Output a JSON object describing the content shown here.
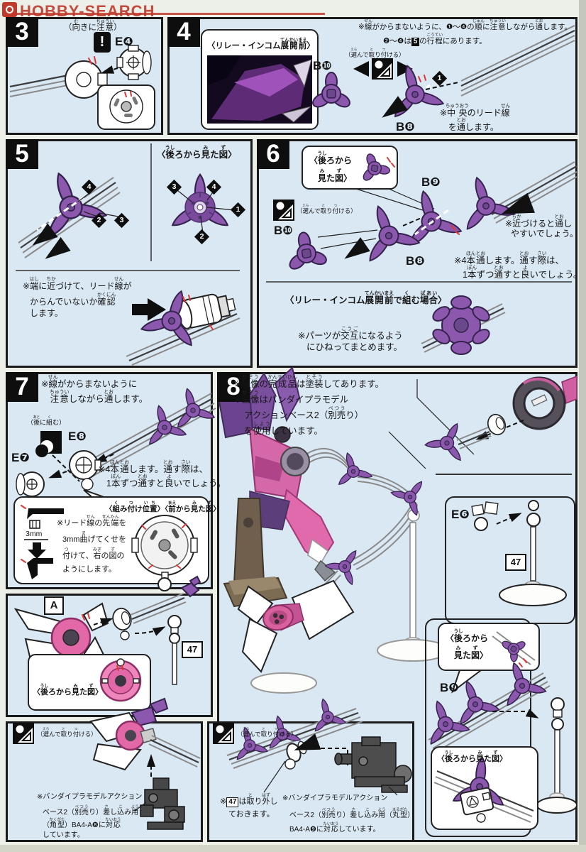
{
  "page": {
    "watermark": "HOBBY-SEARCH"
  },
  "colors": {
    "panel_bg": "#d9e8f3",
    "purple_part": "#8b58ae",
    "pink_part": "#e268a8",
    "watermark_red": "#c0392b",
    "black": "#0e0e0e"
  },
  "s3": {
    "num": "3",
    "caution": "（向(む)きに注意(ちゅうい)）",
    "alert": "!",
    "part_e4": "E❹"
  },
  "s4": {
    "num": "4",
    "photo_caption": "〈リレー・インコム展開前(てんかいまえ)〉",
    "note_top1": "※線(せん)がからまないように、❶～❹の順(じゅん)に注意(ちゅうい)しながら通(とお)します。",
    "note_top2_pre": "❷～❹は",
    "note_top2_box": "5",
    "note_top2_post": "の行程(こうてい)にあります。",
    "select_label": "（選(えら)んで取(と)り付(つ)ける）",
    "part_b10": "B❿",
    "part_b8": "B❽",
    "marker1": "1",
    "note_center1": "※中央(ちゅうおう)のリード線(せん)",
    "note_center2": "を通(とお)します。"
  },
  "s5": {
    "num": "5",
    "rear_caption": "〈後(うし)ろから見(み)た図(ず)〉",
    "markers": {
      "l4": "4",
      "l2": "2",
      "l3": "3",
      "r3": "3",
      "r4": "4",
      "r1": "1",
      "r2": "2"
    },
    "note_bottom1": "※端(はし)に近(ちか)づけて、リード線(せん)が",
    "note_bottom2": "からんでいないか確認(かくにん)",
    "note_bottom3": "します。"
  },
  "s6": {
    "num": "6",
    "rear_caption1": "〈後(うし)ろから",
    "rear_caption2": "見(み)た図(ず)〉",
    "part_b9": "B❾",
    "part_b10": "B❿",
    "part_b8": "B❽",
    "select_label": "（選(えら)んで取(と)り付(つ)ける）",
    "note_near1": "※近(ちか)づけると通(とお)し",
    "note_near2": "やすいでしょう。",
    "note_four1": "※4本(ほん)通(とお)します。通(とお)す際(さい)は、",
    "note_four2": "1本(ぽん)ずつ通(とお)すと良(よ)いでしょう。",
    "fold_caption": "〈リレー・インコム展開前(てんかいまえ)で組(く)む場合(ばあい)〉",
    "fold_note1": "※パーツが交互(こうご)になるよう",
    "fold_note2": "にひねってまとめます。"
  },
  "s7": {
    "num": "7",
    "note1": "※線(せん)がからまないように",
    "note2": "注意(ちゅうい)しながら通(とお)します。",
    "later_label": "（後(あと)に組(く)む）",
    "part_e8": "E❽",
    "part_e7": "E❼",
    "note_four1": "※4本(ほん)通(とお)します。通(とお)す際(さい)は、",
    "note_four2": "1本(ぽん)ずつ通(とお)すと良(よ)いでしょう。",
    "mm_label": "3mm",
    "bend1": "※リード線(せん)の先端(せんたん)を",
    "bend2": "3mm曲(ま)げてくせを",
    "bend3": "付(つ)けて、右(みぎ)の図(ず)の",
    "bend4": "ようにします。",
    "pos_caption": "〈組(く)み付(つ)け位置(いち)〉〈前(まえ)から見(み)た図(ず)〉"
  },
  "sa": {
    "label": "A",
    "num47": "47",
    "rear_caption": "〈後(うし)ろから見(み)た図(ず)〉"
  },
  "s8": {
    "num": "8",
    "note1": "※画像(がぞう)の完成品(かんせいひん)は塗装(とそう)してあります。",
    "note2": "※画像(がぞう)はバンダイプラモデル",
    "note3": "アクションベース2（別売(べつう)り）",
    "note4": "を使用(しよう)しています。",
    "part_e6": "E❻",
    "num47": "47",
    "balloon_caption1": "〈後(うし)ろから",
    "balloon_caption2": "見(み)た図(ず)〉",
    "part_b9": "B❾",
    "rear_caption": "〈後(うし)ろから見(み)た図(ず)〉"
  },
  "bl": {
    "select_label": "（選(えら)んで取(と)り付(つ)ける）",
    "note1": "※バンダイプラモデルアクション",
    "note2": "ベース2（別売(べつう)り）差(さ)し込(こ)み用(よう)",
    "note3": "（角型(かくがた)）BA4-A❽に対応(たいおう)",
    "note4": "しています。"
  },
  "bm": {
    "select_label": "（選(えら)んで取(と)り付(つ)ける）",
    "note47_pre": "※",
    "note47_box": "47",
    "note47_post": "は取(と)り外(はず)し",
    "note47_line2": "ておきます。",
    "note1": "※バンダイプラモデルアクション",
    "note2": "ベース2（別売(べつう)り）差(さ)し込(こ)み用(よう)（丸型(まるがた)）",
    "note3": "BA4-A❾に対応(たいおう)しています。"
  }
}
